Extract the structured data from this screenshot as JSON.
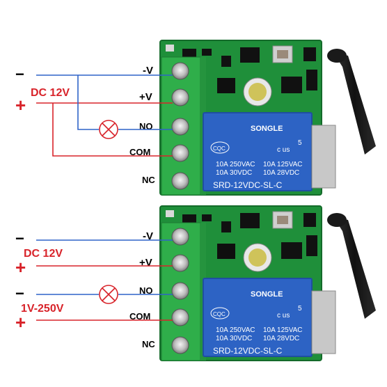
{
  "diagrams": [
    {
      "power_label": "DC 12V",
      "minus": "−",
      "plus": "+",
      "terminals": [
        "-V",
        "+V",
        "NO",
        "COM",
        "NC"
      ],
      "relay": {
        "brand": "SONGLE",
        "rating_left_1": "10A 250VAC",
        "rating_left_2": "10A 30VDC",
        "rating_right_1": "10A 125VAC",
        "rating_right_2": "10A 28VDC",
        "model": "SRD-12VDC-SL-C",
        "cqc": "CQC",
        "cert": "c  us",
        "num": "5"
      }
    },
    {
      "power_label": "DC 12V",
      "minus": "−",
      "plus": "+",
      "load_label": "1V-250V",
      "load_minus": "−",
      "load_plus": "+",
      "terminals": [
        "-V",
        "+V",
        "NO",
        "COM",
        "NC"
      ],
      "relay": {
        "brand": "SONGLE",
        "rating_left_1": "10A 250VAC",
        "rating_left_2": "10A 30VDC",
        "rating_right_1": "10A 125VAC",
        "rating_right_2": "10A 28VDC",
        "model": "SRD-12VDC-SL-C",
        "cqc": "CQC",
        "cert": "c  us",
        "num": "5"
      }
    }
  ],
  "colors": {
    "pcb": "#1f8f3a",
    "terminal_block": "#2fae4a",
    "relay": "#2d63c4",
    "wire_blue": "#2f63c8",
    "wire_red": "#d8232a",
    "antenna": "#1a1a1a"
  }
}
